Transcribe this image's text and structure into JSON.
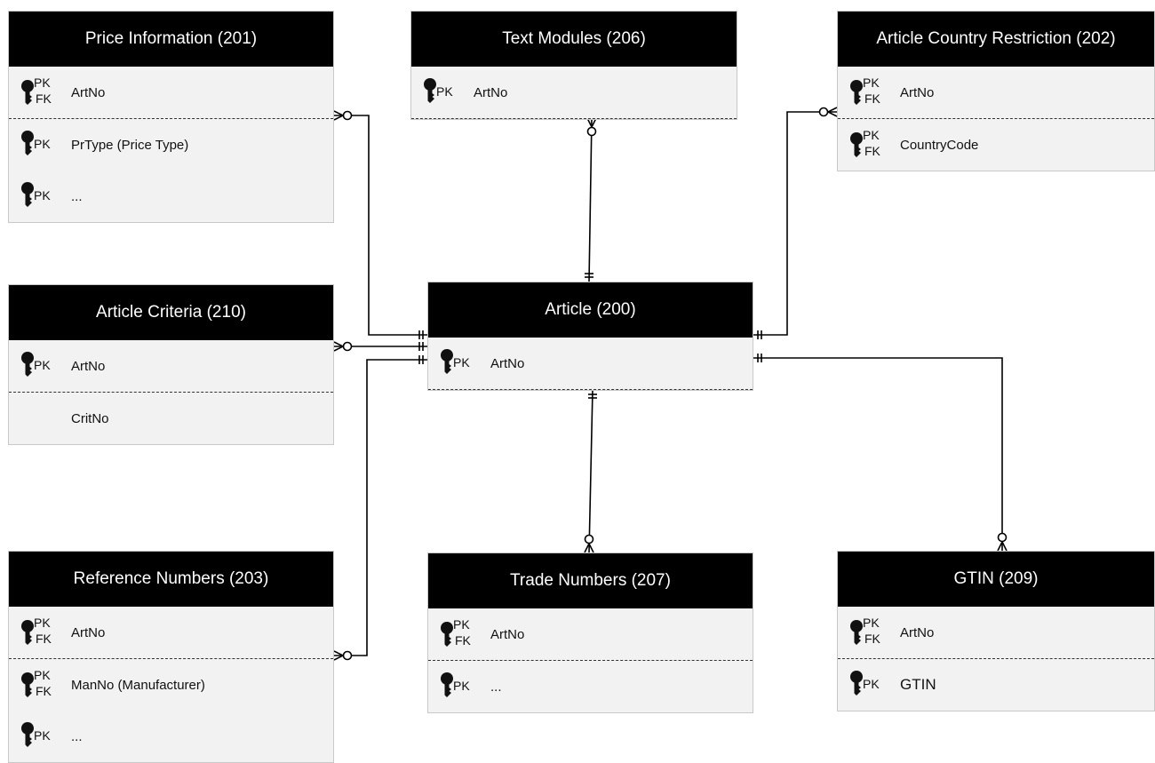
{
  "entities": [
    {
      "id": "price-information",
      "title": "Price Information (201)",
      "rows": [
        {
          "keys": [
            "PK",
            "FK"
          ],
          "name": "ArtNo",
          "sep": true
        },
        {
          "keys": [
            "PK"
          ],
          "name": "PrType (Price Type)",
          "sep": false
        },
        {
          "keys": [
            "PK"
          ],
          "name": "...",
          "sep": false
        }
      ]
    },
    {
      "id": "text-modules",
      "title": "Text Modules (206)",
      "rows": [
        {
          "keys": [
            "PK"
          ],
          "name": "ArtNo",
          "sep": true
        }
      ]
    },
    {
      "id": "article-country-restriction",
      "title": "Article Country Restriction (202)",
      "rows": [
        {
          "keys": [
            "PK",
            "FK"
          ],
          "name": "ArtNo",
          "sep": true
        },
        {
          "keys": [
            "PK",
            "FK"
          ],
          "name": "CountryCode",
          "sep": false
        }
      ]
    },
    {
      "id": "article-criteria",
      "title": "Article Criteria (210)",
      "rows": [
        {
          "keys": [
            "PK"
          ],
          "name": "ArtNo",
          "sep": true
        },
        {
          "keys": [],
          "name": "CritNo",
          "sep": false
        }
      ]
    },
    {
      "id": "article",
      "title": "Article (200)",
      "rows": [
        {
          "keys": [
            "PK"
          ],
          "name": "ArtNo",
          "sep": true
        }
      ]
    },
    {
      "id": "reference-numbers",
      "title": "Reference Numbers (203)",
      "rows": [
        {
          "keys": [
            "PK",
            "FK"
          ],
          "name": "ArtNo",
          "sep": true
        },
        {
          "keys": [
            "PK",
            "FK"
          ],
          "name": "ManNo (Manufacturer)",
          "sep": false
        },
        {
          "keys": [
            "PK"
          ],
          "name": "...",
          "sep": false
        }
      ]
    },
    {
      "id": "trade-numbers",
      "title": "Trade Numbers (207)",
      "rows": [
        {
          "keys": [
            "PK",
            "FK"
          ],
          "name": "ArtNo",
          "sep": true
        },
        {
          "keys": [
            "PK"
          ],
          "name": "...",
          "sep": false
        }
      ]
    },
    {
      "id": "gtin",
      "title": "GTIN (209)",
      "rows": [
        {
          "keys": [
            "PK",
            "FK"
          ],
          "name": "ArtNo",
          "sep": true
        },
        {
          "keys": [
            "PK"
          ],
          "name": "GTIN",
          "sep": false
        }
      ]
    }
  ],
  "relationships": [
    {
      "from": "article",
      "to": "price-information",
      "from_cardinality": "one-and-only-one",
      "to_cardinality": "zero-or-many"
    },
    {
      "from": "article",
      "to": "text-modules",
      "from_cardinality": "one-and-only-one",
      "to_cardinality": "zero-or-many"
    },
    {
      "from": "article",
      "to": "article-country-restriction",
      "from_cardinality": "one-and-only-one",
      "to_cardinality": "zero-or-many"
    },
    {
      "from": "article",
      "to": "article-criteria",
      "from_cardinality": "one-and-only-one",
      "to_cardinality": "zero-or-many"
    },
    {
      "from": "article",
      "to": "reference-numbers",
      "from_cardinality": "one-and-only-one",
      "to_cardinality": "zero-or-many"
    },
    {
      "from": "article",
      "to": "trade-numbers",
      "from_cardinality": "one-and-only-one",
      "to_cardinality": "zero-or-many"
    },
    {
      "from": "article",
      "to": "gtin",
      "from_cardinality": "one-and-only-one",
      "to_cardinality": "zero-or-many"
    }
  ],
  "colors": {
    "header_bg": "#000000",
    "header_text": "#ffffff",
    "body_bg": "#f2f2f2",
    "line": "#000000"
  },
  "icons": {
    "key": "key-icon"
  }
}
